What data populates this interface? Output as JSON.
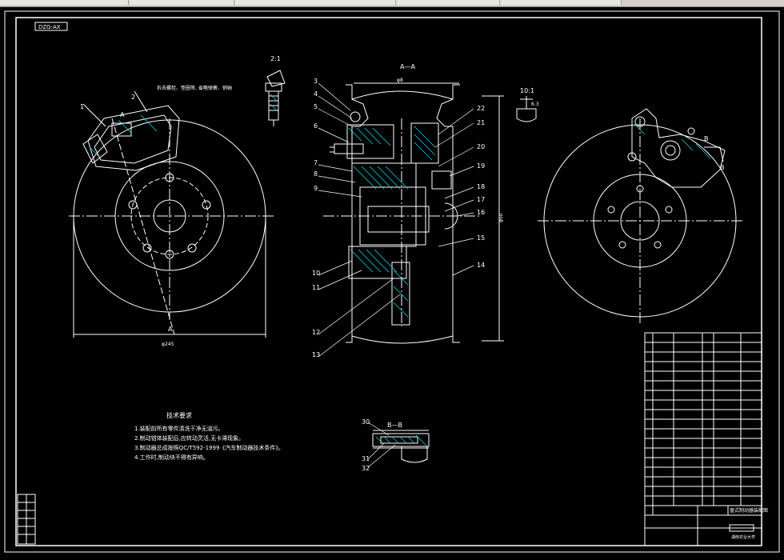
{
  "app": {
    "colors": {
      "background": "#000000",
      "line": "#ffffff",
      "cyan": "#00e5ff",
      "yellow": "#ffff00",
      "toolbar": "#d4d0c8"
    }
  },
  "drawing": {
    "frame_code": "DZG-AX",
    "section_aa_title": "A—A",
    "detail_scale_2_1": "2:1",
    "detail_scale_10_1": "10:1",
    "section_bb_title": "B—B",
    "cut_label_a": "A",
    "cut_label_b": "B",
    "roughness": "6.3",
    "dim_width": "φ8",
    "dim_height": "φ50",
    "dim_diameter": "φ245",
    "left_view_note": "拆去螺栓、垫圈等, 省略弹簧、销轴"
  },
  "tech": {
    "heading": "技术要求",
    "items": [
      "1.装配前所有零件清洗干净无油污。",
      "2.制动钳体装配后,应转动灵活,无卡滞现象。",
      "3.制动器总成按照QC/T592-1999《汽车制动器技术条件》。",
      "4.工作时,制动块不得有异响。"
    ]
  },
  "balloons_left": [
    "1",
    "2"
  ],
  "balloons_mid_left": [
    "3",
    "4",
    "5",
    "6",
    "7",
    "8",
    "9",
    "10",
    "11",
    "12",
    "13"
  ],
  "balloons_mid_right": [
    "22",
    "21",
    "20",
    "19",
    "18",
    "17",
    "16",
    "15",
    "14"
  ],
  "balloons_bb": [
    "30",
    "31",
    "32"
  ],
  "title_block": {
    "name": "盘式制动器装配图",
    "school": "湖南农业大学"
  }
}
